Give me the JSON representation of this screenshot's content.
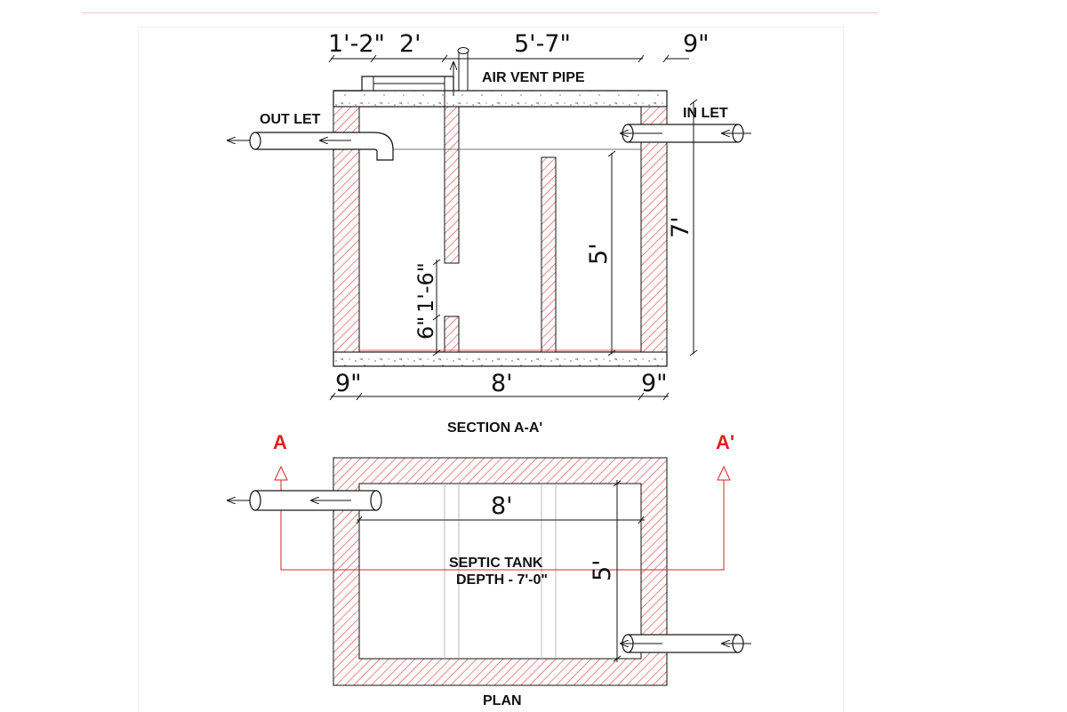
{
  "section": {
    "title": "SECTION A-A'",
    "dims_top": [
      "1'-2\"",
      "2'",
      "5'-7\"",
      "9\""
    ],
    "dims_bottom": [
      "9\"",
      "8'",
      "9\""
    ],
    "dim_height_total": "7'",
    "dim_liquid_depth": "5'",
    "dim_opening": "1'-6\"",
    "dim_opening_bottom": "6\"",
    "labels": {
      "outlet": "OUT LET",
      "inlet": "IN LET",
      "vent": "AIR VENT PIPE"
    }
  },
  "plan": {
    "title": "PLAN",
    "dim_length": "8'",
    "dim_width": "5'",
    "tank_name": "SEPTIC TANK",
    "tank_depth": "DEPTH - 7'-0\"",
    "marker_left": "A",
    "marker_right": "A'"
  },
  "colors": {
    "hatch": "#e03a3a",
    "section_marker": "#e02020",
    "line": "#111111"
  }
}
